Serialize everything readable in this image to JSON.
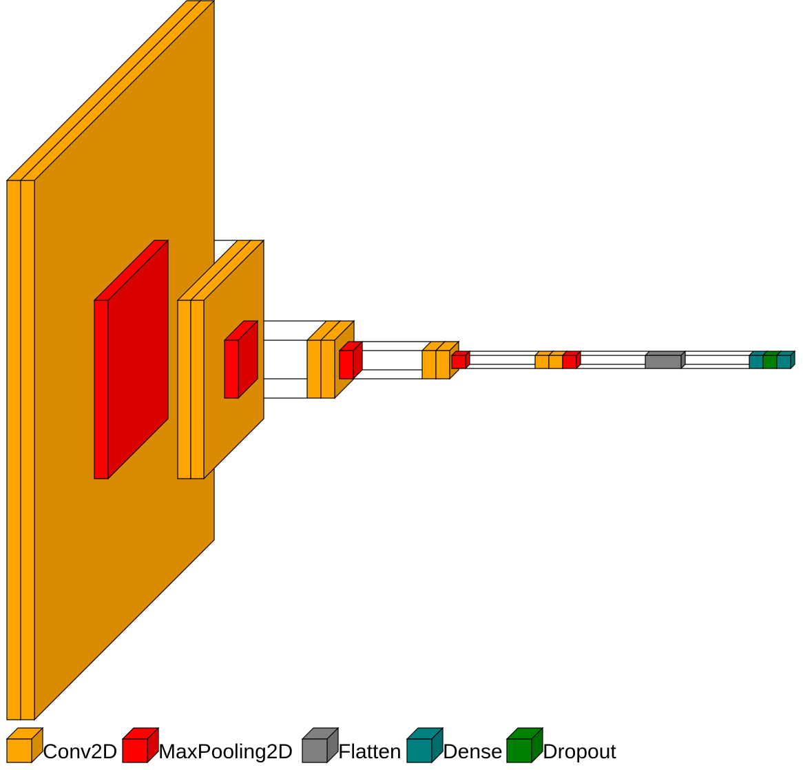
{
  "layer_types": {
    "conv2d": {
      "label": "Conv2D",
      "color": "#FFA500"
    },
    "maxpooling": {
      "label": "MaxPooling2D",
      "color": "#FF0000"
    },
    "flatten": {
      "label": "Flatten",
      "color": "#808080"
    },
    "dense": {
      "label": "Dense",
      "color": "#008080"
    },
    "dropout": {
      "label": "Dropout",
      "color": "#008000"
    }
  },
  "layer_sequence": [
    "conv2d",
    "conv2d",
    "maxpooling",
    "conv2d",
    "conv2d",
    "maxpooling",
    "conv2d",
    "conv2d",
    "maxpooling",
    "conv2d",
    "conv2d",
    "maxpooling",
    "conv2d",
    "conv2d",
    "maxpooling",
    "flatten",
    "dense",
    "dropout",
    "dense"
  ],
  "legend": [
    "conv2d",
    "maxpooling",
    "flatten",
    "dense",
    "dropout"
  ]
}
